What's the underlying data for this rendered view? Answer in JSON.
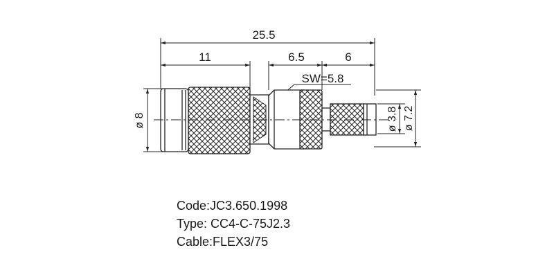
{
  "dimensions": {
    "overall_length": "25.5",
    "length_left": "11",
    "length_mid": "6.5",
    "length_right": "6",
    "wrench_size": "SW=5.8",
    "diameter_body": "ø 8",
    "diameter_cable": "ø 3.8",
    "diameter_crimp": "ø 7.2"
  },
  "info": {
    "code": "Code:JC3.650.1998",
    "type": "Type: CC4-C-75J2.3",
    "cable": "Cable:FLEX3/75"
  }
}
